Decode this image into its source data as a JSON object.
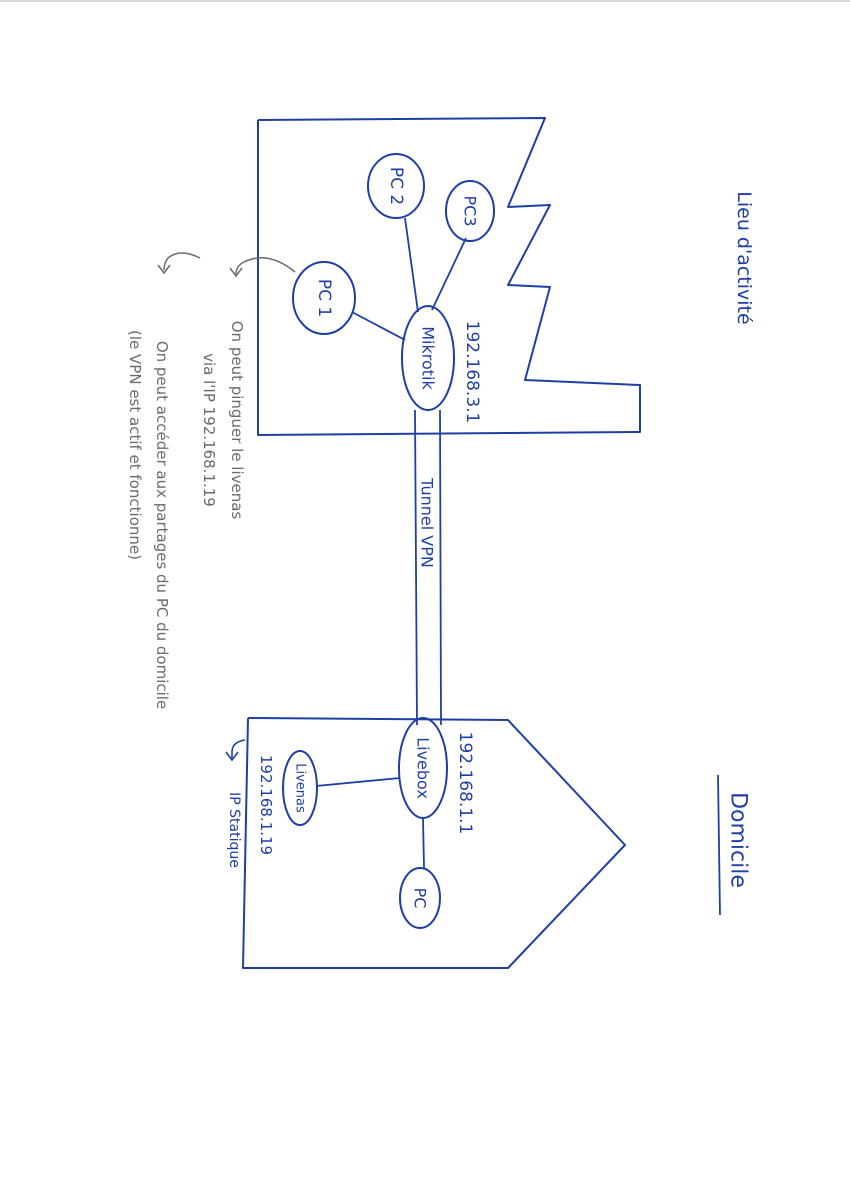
{
  "colors": {
    "ink": "#1f3fa6",
    "pencil": "#6b6b6b",
    "paper": "#ffffff"
  },
  "workplace": {
    "title": "Lieu d'activité",
    "router_label": "Mikrotik",
    "router_ip": "192.168.3.1",
    "pc1_label": "PC 1",
    "pc2_label": "PC 2",
    "pc3_label": "PC3"
  },
  "tunnel": {
    "label": "Tunnel VPN"
  },
  "home": {
    "title": "Domicile",
    "router_label": "Livebox",
    "router_ip": "192.168.1.1",
    "nas_label": "Livenas",
    "nas_ip": "192.168.1.19",
    "nas_note": "IP Statique",
    "pc_label": "PC"
  },
  "notes": {
    "ping_line1": "On peut pinguer le livenas",
    "ping_line2": "via l'IP 192.168.1.19",
    "access_line1": "On peut accéder aux partages du PC du domicile",
    "access_line2": "(le VPN est actif et fonctionne)"
  }
}
